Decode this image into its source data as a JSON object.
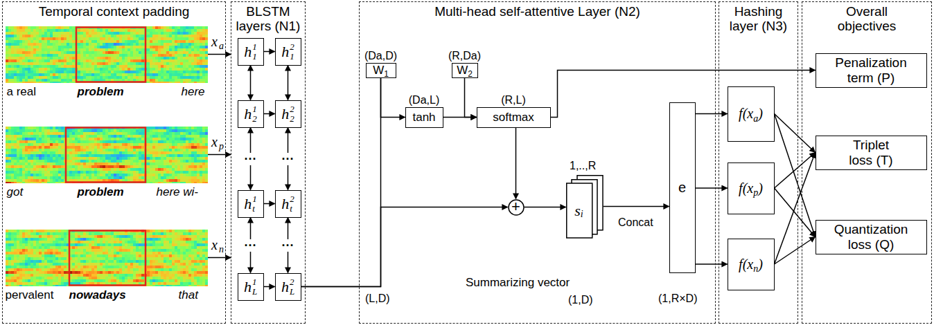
{
  "diagram": {
    "nodes": [
      {
        "text": [
          "Temporal context padding"
        ]
      },
      {
        "text": [
          "a real",
          "problem",
          "here"
        ],
        "in": 0
      },
      {
        "text": [
          "got",
          "problem",
          "here wi-"
        ],
        "in": 0
      },
      {
        "text": [
          "pervalent",
          "nowadays",
          "that"
        ],
        "in": 0
      },
      {
        "text": [
          "BLSTM layers (N1)"
        ]
      },
      {
        "text": [
          "h",
          "1",
          "1"
        ],
        "in": 4
      },
      {
        "text": [
          "h",
          "1",
          "2"
        ],
        "in": 4
      },
      {
        "text": [
          "h",
          "1",
          "t"
        ],
        "in": 4
      },
      {
        "text": [
          "h",
          "1",
          "L"
        ],
        "in": 4
      },
      {
        "text": [
          "h",
          "2",
          "1"
        ],
        "in": 4
      },
      {
        "text": [
          "h",
          "2",
          "2"
        ],
        "in": 4
      },
      {
        "text": [
          "h",
          "2",
          "t"
        ],
        "in": 4
      },
      {
        "text": [
          "h",
          "2",
          "L"
        ],
        "in": 4
      },
      {
        "text": [
          "Multi-head self-attentive Layer (N2)"
        ]
      },
      {
        "text": [
          "(Da,D)",
          "W",
          "1"
        ],
        "in": 13
      },
      {
        "text": [
          "(R,Da)",
          "W",
          "2"
        ],
        "in": 13
      },
      {
        "text": [
          "(Da,L)",
          "tanh"
        ],
        "in": 13
      },
      {
        "text": [
          "(R,L)",
          "softmax"
        ],
        "in": 13
      },
      {
        "text": [
          "+"
        ],
        "in": 13
      },
      {
        "text": [
          "s",
          "i"
        ],
        "in": 13
      },
      {
        "text": [
          "e"
        ],
        "in": 13
      },
      {
        "text": [
          "Hashing layer (N3)"
        ]
      },
      {
        "text": [
          "f(x",
          "a",
          ")"
        ],
        "in": 21
      },
      {
        "text": [
          "f(x",
          "p",
          ")"
        ],
        "in": 21
      },
      {
        "text": [
          "f(x",
          "n",
          ")"
        ],
        "in": 21
      },
      {
        "text": [
          "Overall objectives"
        ]
      },
      {
        "text": [
          "Penalization term (P)"
        ],
        "in": 25
      },
      {
        "text": [
          "Triplet loss (T)"
        ],
        "in": 25
      },
      {
        "text": [
          "Quantization loss (Q)"
        ],
        "in": 25
      }
    ],
    "edges": [
      {
        "from": 1,
        "to": 4,
        "arrow": "to"
      },
      {
        "from": 2,
        "to": 4,
        "arrow": "to"
      },
      {
        "from": 3,
        "to": 4,
        "arrow": "to"
      },
      {
        "from": 5,
        "to": 6,
        "arrow": "both"
      },
      {
        "from": 6,
        "to": 7,
        "label": "···",
        "arrow": "both"
      },
      {
        "from": 7,
        "to": 8,
        "label": "···",
        "arrow": "both"
      },
      {
        "from": 9,
        "to": 10,
        "arrow": "both"
      },
      {
        "from": 10,
        "to": 11,
        "label": "···",
        "arrow": "both"
      },
      {
        "from": 11,
        "to": 12,
        "label": "···",
        "arrow": "both"
      },
      {
        "from": 5,
        "to": 9,
        "arrow": "to"
      },
      {
        "from": 6,
        "to": 10,
        "arrow": "to"
      },
      {
        "from": 7,
        "to": 11,
        "arrow": "to"
      },
      {
        "from": 8,
        "to": 12,
        "arrow": "to"
      },
      {
        "from": 12,
        "to": 14,
        "arrow": "none"
      },
      {
        "from": 12,
        "to": 18,
        "arrow": "to"
      },
      {
        "from": 14,
        "to": 16,
        "arrow": "to"
      },
      {
        "from": 15,
        "to": 17,
        "arrow": "to"
      },
      {
        "from": 16,
        "to": 17,
        "arrow": "to"
      },
      {
        "from": 17,
        "to": 18,
        "arrow": "to"
      },
      {
        "from": 17,
        "to": 26,
        "arrow": "to"
      },
      {
        "from": 18,
        "to": 19,
        "arrow": "to"
      },
      {
        "from": 19,
        "to": 20,
        "arrow": "to"
      },
      {
        "from": 20,
        "to": 22,
        "arrow": "to"
      },
      {
        "from": 20,
        "to": 23,
        "arrow": "to"
      },
      {
        "from": 20,
        "to": 24,
        "arrow": "to"
      },
      {
        "from": 22,
        "to": 27,
        "arrow": "to"
      },
      {
        "from": 22,
        "to": 28,
        "arrow": "to"
      },
      {
        "from": 23,
        "to": 27,
        "arrow": "to"
      },
      {
        "from": 23,
        "to": 28,
        "arrow": "to"
      },
      {
        "from": 24,
        "to": 27,
        "arrow": "to"
      },
      {
        "from": 24,
        "to": 28,
        "arrow": "to"
      }
    ],
    "labels": [
      "x",
      "a",
      "x",
      "p",
      "x",
      "n",
      "(L,D)",
      "1,..,R",
      "Summarizing vector",
      "(1,D)",
      "Concat",
      "(1,R×D)"
    ]
  }
}
